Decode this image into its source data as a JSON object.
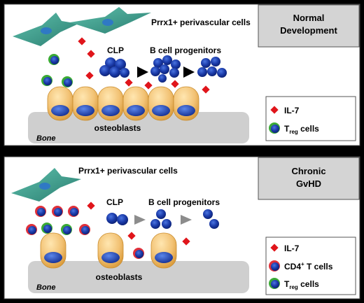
{
  "panels": [
    {
      "condition_line1": "Normal",
      "condition_line2": "Development",
      "perivascular_label": "Prrx1+ perivascular cells",
      "clp_label": "CLP",
      "progenitor_label": "B cell progenitors",
      "osteoblast_label": "osteoblasts",
      "bone_label": "Bone",
      "legend": [
        {
          "label": "IL-7",
          "sub": "",
          "sup": "",
          "tail": "",
          "kind": "diamond"
        },
        {
          "label": "T",
          "sub": "reg",
          "sup": "",
          "tail": " cells",
          "kind": "treg"
        }
      ]
    },
    {
      "condition_line1": "Chronic",
      "condition_line2": "GvHD",
      "perivascular_label": "Prrx1+ perivascular cells",
      "clp_label": "CLP",
      "progenitor_label": "B cell progenitors",
      "osteoblast_label": "osteoblasts",
      "bone_label": "Bone",
      "legend": [
        {
          "label": "IL-7",
          "sub": "",
          "sup": "",
          "tail": "",
          "kind": "diamond"
        },
        {
          "label": "CD4",
          "sub": "",
          "sup": "+",
          "tail": " T cells",
          "kind": "cd4"
        },
        {
          "label": "T",
          "sub": "reg",
          "sup": "",
          "tail": " cells",
          "kind": "treg"
        }
      ]
    }
  ],
  "colors": {
    "il7": "#e0151b",
    "cell_blue": "#1a3aa8",
    "treg_ring": "#3aaa35",
    "cd4_ring": "#e0303a",
    "osteoblast": "#f2c274",
    "bone": "#cfcfcf",
    "perivascular": "#3d9e8e",
    "arrow_normal": "#000000",
    "arrow_gvhd": "#8c8c8c",
    "condition_box": "#d4d4d4"
  }
}
